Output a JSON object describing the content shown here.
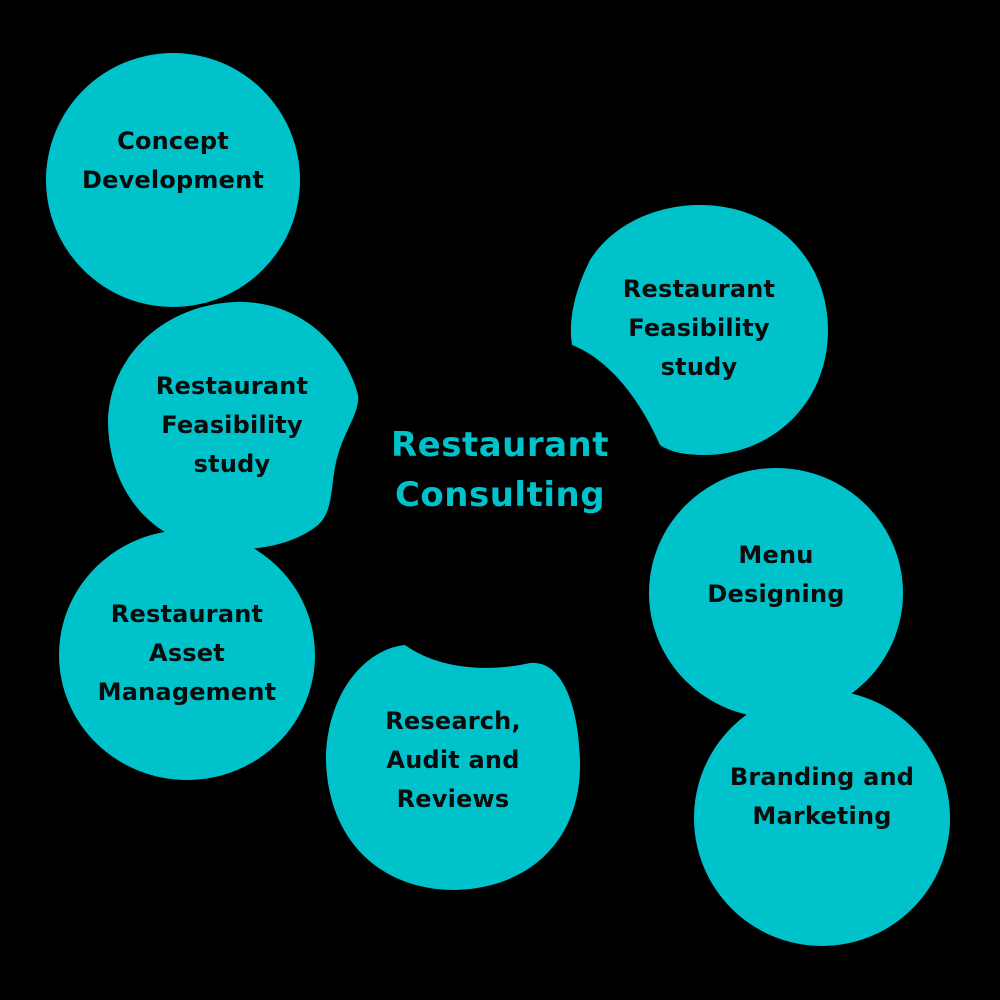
{
  "colors": {
    "background": "#000000",
    "blob": "#00C2CB",
    "node_text": "#0b0b0b",
    "title_text": "#00C2CB"
  },
  "center": {
    "line1": "Restaurant",
    "line2": "Consulting"
  },
  "nodes": [
    {
      "id": "concept",
      "lines": [
        "Concept",
        "Development"
      ]
    },
    {
      "id": "feasibility-left",
      "lines": [
        "Restaurant",
        "Feasibility",
        "study"
      ]
    },
    {
      "id": "asset",
      "lines": [
        "Restaurant",
        "Asset",
        "Management"
      ]
    },
    {
      "id": "research",
      "lines": [
        "Research,",
        "Audit and",
        "Reviews"
      ]
    },
    {
      "id": "feasibility-right",
      "lines": [
        "Restaurant",
        "Feasibility",
        "study"
      ]
    },
    {
      "id": "menu",
      "lines": [
        "Menu",
        "Designing"
      ]
    },
    {
      "id": "branding",
      "lines": [
        "Branding and",
        "Marketing"
      ]
    }
  ]
}
